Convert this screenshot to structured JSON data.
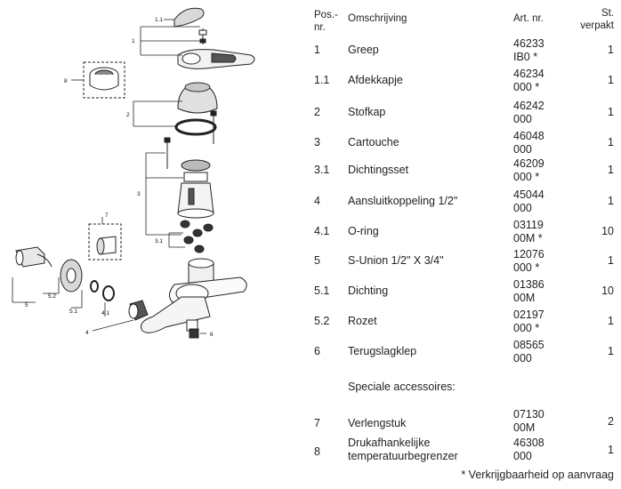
{
  "header": {
    "pos": "Pos.-\nnr.",
    "description": "Omschrijving",
    "article": "Art. nr.",
    "qty": "St.\nverpakt"
  },
  "parts": [
    {
      "pos": "1",
      "description": "Greep",
      "article": "46233\nIB0 *",
      "qty": "1"
    },
    {
      "pos": "1.1",
      "description": "Afdekkapje",
      "article": "46234\n000 *",
      "qty": "1"
    },
    {
      "pos": "2",
      "description": "Stofkap",
      "article": "46242\n000",
      "qty": "1"
    },
    {
      "pos": "3",
      "description": "Cartouche",
      "article": "46048\n000",
      "qty": "1"
    },
    {
      "pos": "3.1",
      "description": "Dichtingsset",
      "article": "46209\n000 *",
      "qty": "1"
    },
    {
      "pos": "4",
      "description": "Aansluitkoppeling 1/2\"",
      "article": "45044\n000",
      "qty": "1"
    },
    {
      "pos": "4.1",
      "description": "O-ring",
      "article": "03119\n00M *",
      "qty": "10"
    },
    {
      "pos": "5",
      "description": "S-Union 1/2\" X 3/4\"",
      "article": "12076\n000 *",
      "qty": "1"
    },
    {
      "pos": "5.1",
      "description": "Dichting",
      "article": "01386\n00M",
      "qty": "10"
    },
    {
      "pos": "5.2",
      "description": "Rozet",
      "article": "02197\n000 *",
      "qty": "1"
    },
    {
      "pos": "6",
      "description": "Terugslagklep",
      "article": "08565\n000",
      "qty": "1"
    }
  ],
  "special_heading": "Speciale accessoires:",
  "special_parts": [
    {
      "pos": "7",
      "description": "Verlengstuk",
      "article": "07130\n00M",
      "qty": "2"
    },
    {
      "pos": "8",
      "description": "Drukafhankelijke\ntemperatuurbegrenzer",
      "article": "46308\n000",
      "qty": "1"
    }
  ],
  "footnote": "* Verkrijgbaarheid op aanvraag",
  "diagram_labels": {
    "l1": "1",
    "l11": "1.1",
    "l2": "2",
    "l3": "3",
    "l31": "3.1",
    "l4": "4",
    "l41": "4.1",
    "l5": "5",
    "l51": "5.1",
    "l52": "5.2",
    "l6": "6",
    "l7": "7",
    "l8": "8"
  }
}
